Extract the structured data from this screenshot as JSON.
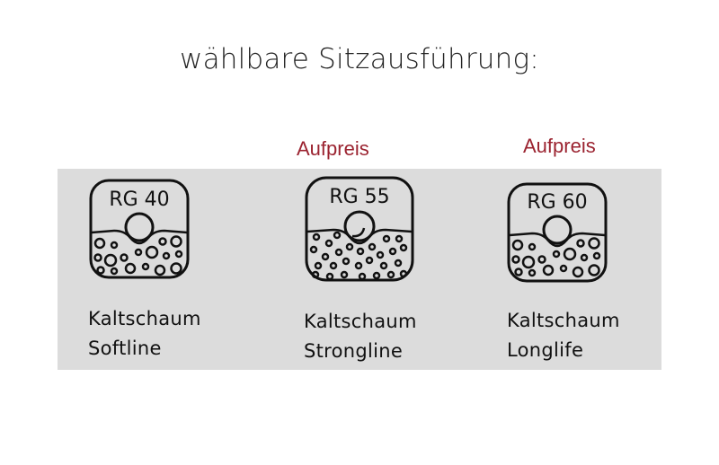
{
  "title": "wählbare Sitzausführung:",
  "colors": {
    "surcharge": "#9b2330",
    "panel": "#dcdcdc"
  },
  "options": [
    {
      "grade": "RG 40",
      "surcharge": null,
      "line1": "Kaltschaum",
      "line2": "Softline",
      "icon": "foam-density-icon"
    },
    {
      "grade": "RG 55",
      "surcharge": "Aufpreis",
      "line1": "Kaltschaum",
      "line2": "Strongline",
      "icon": "foam-density-icon"
    },
    {
      "grade": "RG 60",
      "surcharge": "Aufpreis",
      "line1": "Kaltschaum",
      "line2": "Longlife",
      "icon": "foam-density-icon"
    }
  ]
}
